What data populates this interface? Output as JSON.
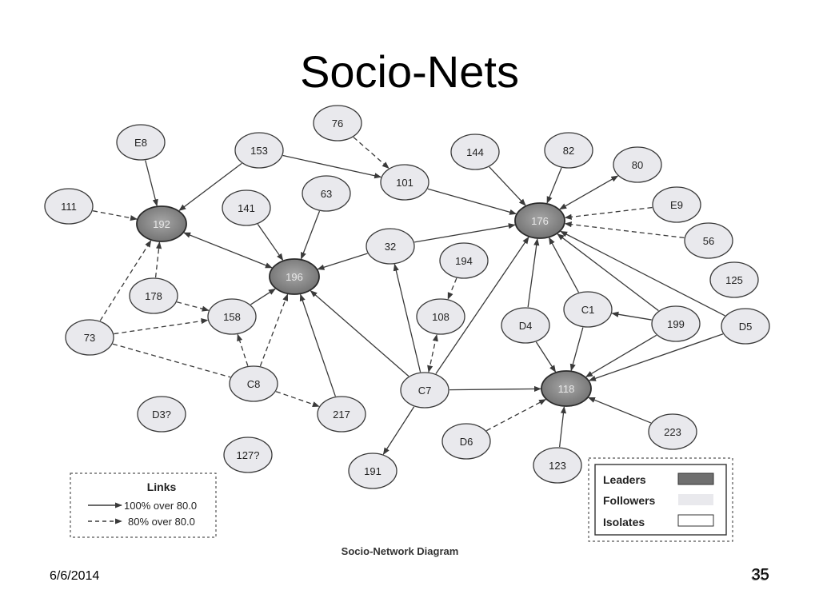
{
  "slide": {
    "title": "Socio-Nets",
    "date": "6/6/2014",
    "page_number": "35"
  },
  "diagram": {
    "caption": "Socio-Network Diagram",
    "nodes": [
      {
        "id": "76",
        "type": "follower"
      },
      {
        "id": "E8",
        "type": "follower"
      },
      {
        "id": "153",
        "type": "follower"
      },
      {
        "id": "144",
        "type": "follower"
      },
      {
        "id": "82",
        "type": "follower"
      },
      {
        "id": "80",
        "type": "follower"
      },
      {
        "id": "101",
        "type": "follower"
      },
      {
        "id": "111",
        "type": "follower"
      },
      {
        "id": "192",
        "type": "leader"
      },
      {
        "id": "141",
        "type": "follower"
      },
      {
        "id": "63",
        "type": "follower"
      },
      {
        "id": "176",
        "type": "leader"
      },
      {
        "id": "E9",
        "type": "follower"
      },
      {
        "id": "56",
        "type": "follower"
      },
      {
        "id": "32",
        "type": "follower"
      },
      {
        "id": "194",
        "type": "follower"
      },
      {
        "id": "196",
        "type": "leader"
      },
      {
        "id": "125",
        "type": "follower"
      },
      {
        "id": "178",
        "type": "follower"
      },
      {
        "id": "158",
        "type": "follower"
      },
      {
        "id": "108",
        "type": "follower"
      },
      {
        "id": "C1",
        "type": "follower"
      },
      {
        "id": "D4",
        "type": "follower"
      },
      {
        "id": "199",
        "type": "follower"
      },
      {
        "id": "D5",
        "type": "follower"
      },
      {
        "id": "73",
        "type": "follower"
      },
      {
        "id": "C8",
        "type": "follower"
      },
      {
        "id": "C7",
        "type": "follower"
      },
      {
        "id": "118",
        "type": "leader"
      },
      {
        "id": "D3?",
        "type": "follower"
      },
      {
        "id": "217",
        "type": "follower"
      },
      {
        "id": "223",
        "type": "follower"
      },
      {
        "id": "D6",
        "type": "follower"
      },
      {
        "id": "127?",
        "type": "follower"
      },
      {
        "id": "191",
        "type": "follower"
      },
      {
        "id": "123",
        "type": "follower"
      }
    ],
    "edges": [
      {
        "from": "E8",
        "to": "192",
        "style": "solid",
        "bidirectional": false
      },
      {
        "from": "111",
        "to": "192",
        "style": "dashed",
        "bidirectional": false
      },
      {
        "from": "178",
        "to": "192",
        "style": "dashed",
        "bidirectional": false
      },
      {
        "from": "73",
        "to": "192",
        "style": "dashed",
        "bidirectional": false
      },
      {
        "from": "153",
        "to": "192",
        "style": "solid",
        "bidirectional": false
      },
      {
        "from": "153",
        "to": "101",
        "style": "solid",
        "bidirectional": false
      },
      {
        "from": "76",
        "to": "101",
        "style": "dashed",
        "bidirectional": false
      },
      {
        "from": "101",
        "to": "176",
        "style": "solid",
        "bidirectional": false
      },
      {
        "from": "192",
        "to": "196",
        "style": "solid",
        "bidirectional": true
      },
      {
        "from": "141",
        "to": "196",
        "style": "solid",
        "bidirectional": false
      },
      {
        "from": "63",
        "to": "196",
        "style": "solid",
        "bidirectional": false
      },
      {
        "from": "32",
        "to": "196",
        "style": "solid",
        "bidirectional": false
      },
      {
        "from": "32",
        "to": "176",
        "style": "solid",
        "bidirectional": false
      },
      {
        "from": "144",
        "to": "176",
        "style": "solid",
        "bidirectional": false
      },
      {
        "from": "82",
        "to": "176",
        "style": "solid",
        "bidirectional": false
      },
      {
        "from": "176",
        "to": "80",
        "style": "solid",
        "bidirectional": true
      },
      {
        "from": "E9",
        "to": "176",
        "style": "dashed",
        "bidirectional": false
      },
      {
        "from": "56",
        "to": "176",
        "style": "dashed",
        "bidirectional": false
      },
      {
        "from": "D4",
        "to": "176",
        "style": "solid",
        "bidirectional": false
      },
      {
        "from": "C1",
        "to": "176",
        "style": "solid",
        "bidirectional": false
      },
      {
        "from": "199",
        "to": "176",
        "style": "solid",
        "bidirectional": false
      },
      {
        "from": "D5",
        "to": "176",
        "style": "solid",
        "bidirectional": false
      },
      {
        "from": "C7",
        "to": "176",
        "style": "solid",
        "bidirectional": false
      },
      {
        "from": "178",
        "to": "158",
        "style": "dashed",
        "bidirectional": false
      },
      {
        "from": "73",
        "to": "158",
        "style": "dashed",
        "bidirectional": false
      },
      {
        "from": "158",
        "to": "196",
        "style": "solid",
        "bidirectional": false
      },
      {
        "from": "C8",
        "to": "158",
        "style": "dashed",
        "bidirectional": false
      },
      {
        "from": "C8",
        "to": "196",
        "style": "dashed",
        "bidirectional": false
      },
      {
        "from": "73",
        "to": "C8",
        "style": "dashed",
        "bidirectional": false,
        "arrow": false
      },
      {
        "from": "C8",
        "to": "217",
        "style": "dashed",
        "bidirectional": false
      },
      {
        "from": "217",
        "to": "196",
        "style": "solid",
        "bidirectional": false
      },
      {
        "from": "C7",
        "to": "196",
        "style": "solid",
        "bidirectional": false
      },
      {
        "from": "C7",
        "to": "32",
        "style": "solid",
        "bidirectional": false
      },
      {
        "from": "194",
        "to": "108",
        "style": "dashed",
        "bidirectional": false
      },
      {
        "from": "C7",
        "to": "108",
        "style": "dashed",
        "bidirectional": true
      },
      {
        "from": "C7",
        "to": "118",
        "style": "solid",
        "bidirectional": false
      },
      {
        "from": "C7",
        "to": "191",
        "style": "solid",
        "bidirectional": false
      },
      {
        "from": "199",
        "to": "C1",
        "style": "solid",
        "bidirectional": false
      },
      {
        "from": "C1",
        "to": "118",
        "style": "solid",
        "bidirectional": false
      },
      {
        "from": "D4",
        "to": "118",
        "style": "solid",
        "bidirectional": false
      },
      {
        "from": "199",
        "to": "118",
        "style": "solid",
        "bidirectional": false
      },
      {
        "from": "D5",
        "to": "118",
        "style": "solid",
        "bidirectional": false
      },
      {
        "from": "223",
        "to": "118",
        "style": "solid",
        "bidirectional": false
      },
      {
        "from": "123",
        "to": "118",
        "style": "solid",
        "bidirectional": false
      },
      {
        "from": "D6",
        "to": "118",
        "style": "dashed",
        "bidirectional": false
      }
    ],
    "links_legend": {
      "title": "Links",
      "items": [
        {
          "style": "solid",
          "label": "100% over 80.0"
        },
        {
          "style": "dashed",
          "label": "80% over 80.0"
        }
      ]
    },
    "type_legend": {
      "items": [
        {
          "type": "leader",
          "label": "Leaders"
        },
        {
          "type": "follower",
          "label": "Followers"
        },
        {
          "type": "isolate",
          "label": "Isolates"
        }
      ]
    },
    "colors": {
      "leader_fill": "#6f6f6f",
      "leader_fill_center": "#a6a6a6",
      "follower_fill": "#e9e9ed",
      "isolate_fill": "#ffffff",
      "stroke": "#3a3a3a"
    }
  }
}
